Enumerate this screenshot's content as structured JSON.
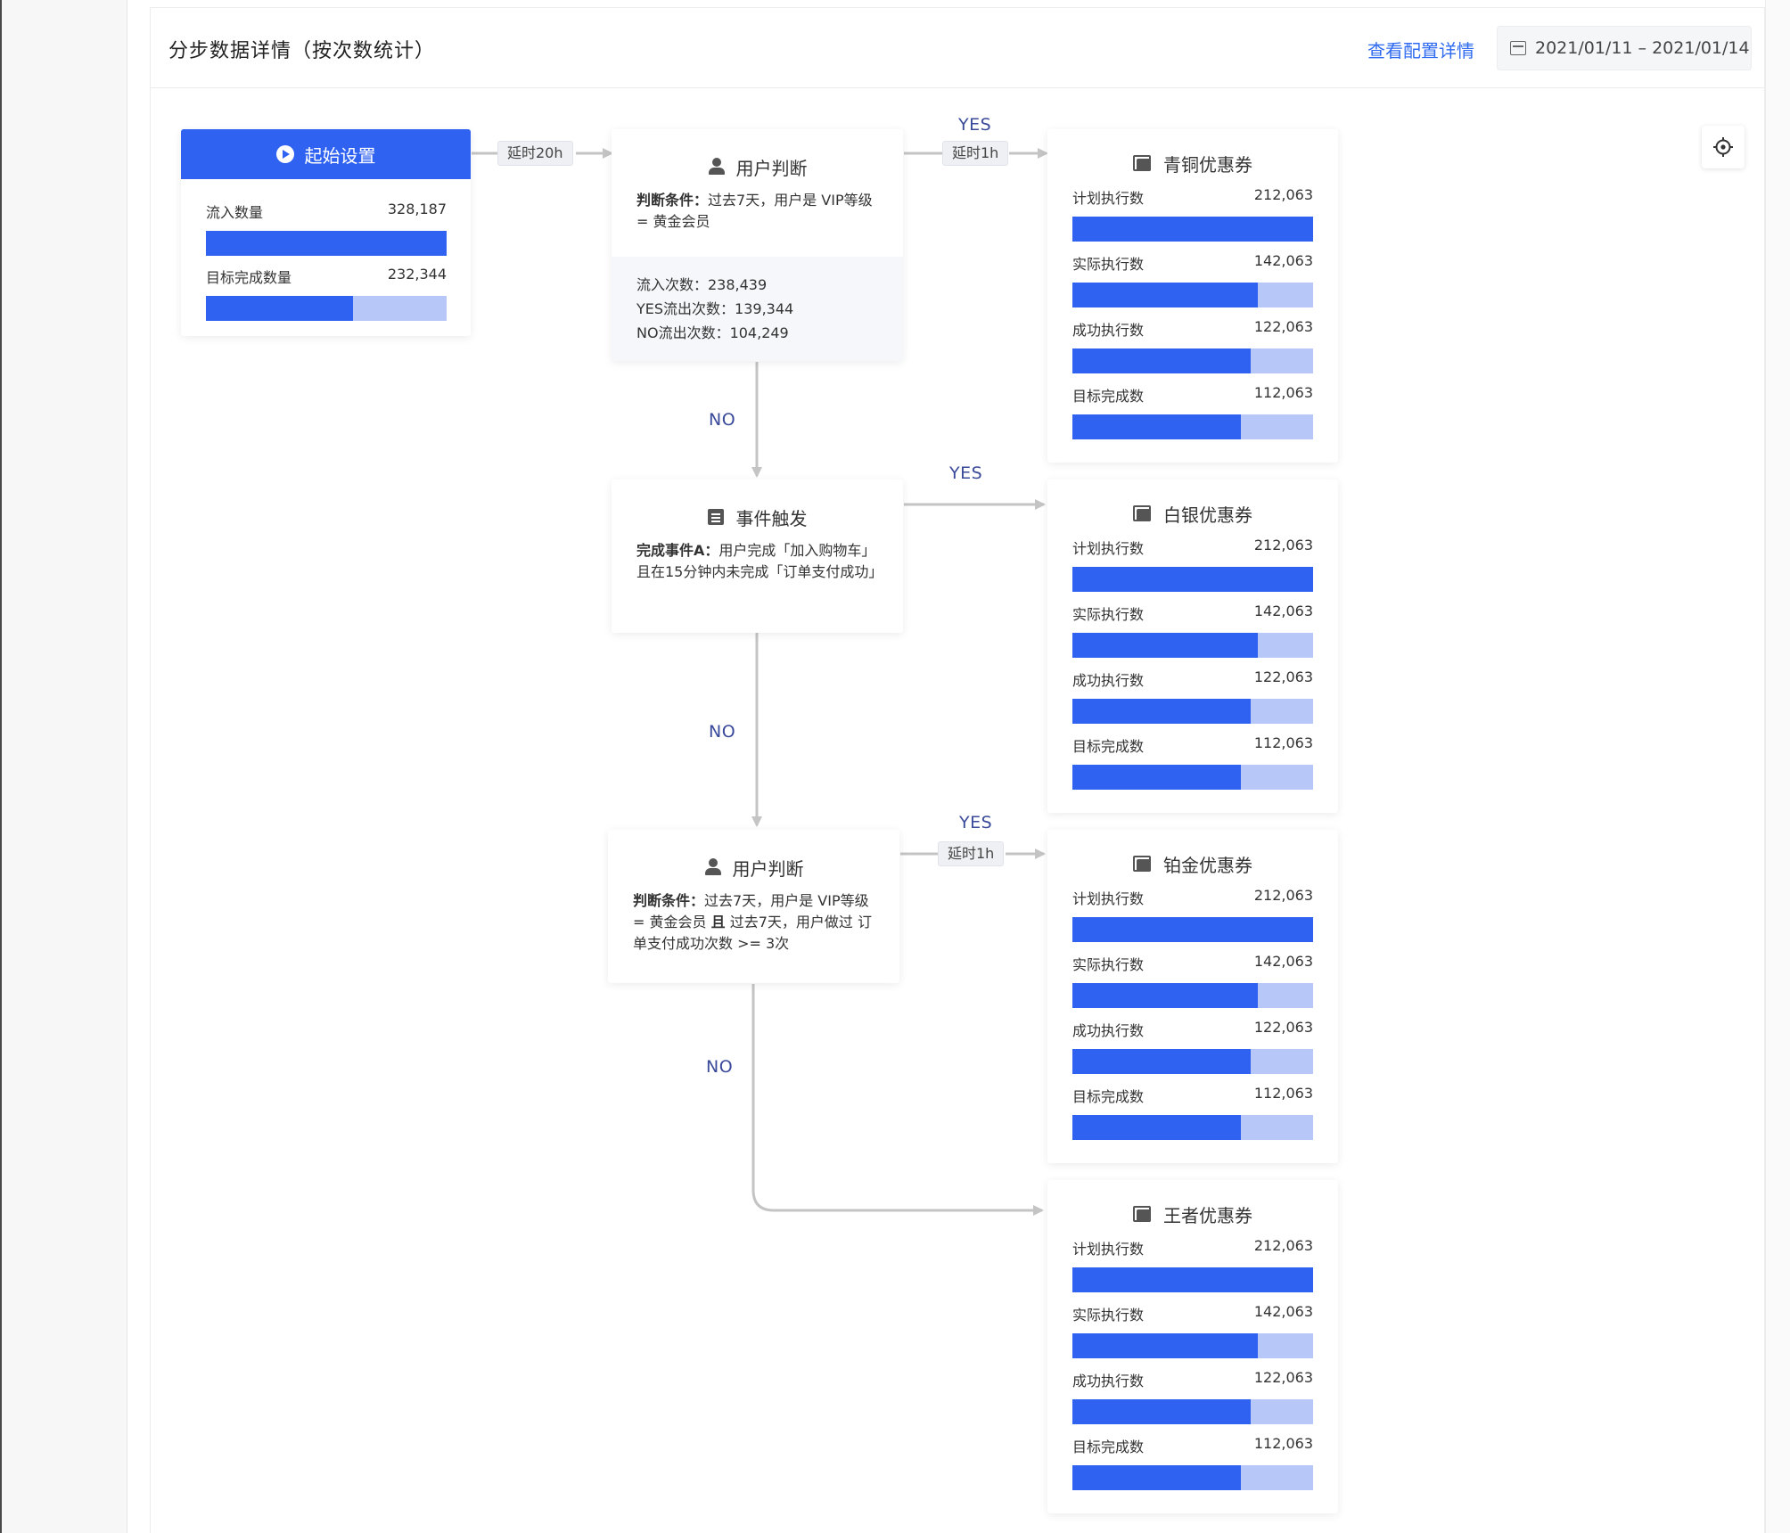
{
  "header": {
    "title": "分步数据详情（按次数统计）",
    "config_link": "查看配置详情",
    "date_range": "2021/01/11 – 2021/01/14"
  },
  "start_node": {
    "title": "起始设置",
    "metrics": [
      {
        "label": "流入数量",
        "value": "328,187",
        "fraction": 1.0
      },
      {
        "label": "目标完成数量",
        "value": "232,344",
        "fraction": 0.61
      }
    ]
  },
  "delays": {
    "start_to_judge": "延时20h",
    "judge1_yes": "延时1h",
    "judge2_yes": "延时1h"
  },
  "edge_labels": {
    "yes": "YES",
    "no": "NO"
  },
  "judge1": {
    "title": "用户判断",
    "condition_label": "判断条件：",
    "condition_text": "过去7天，用户是 VIP等级 = 黄金会员",
    "stats": [
      "流入次数：238,439",
      "YES流出次数：139,344",
      "NO流出次数：104,249"
    ],
    "stats_label": "流入次数："
  },
  "event": {
    "title": "事件触发",
    "condition_label": "完成事件A：",
    "condition_text": "用户完成「加入购物车」且在15分钟内未完成「订单支付成功」"
  },
  "judge2": {
    "title": "用户判断",
    "condition_label": "判断条件：",
    "condition_text": "过去7天，用户是 VIP等级 = 黄金会员",
    "condition_and": "且",
    "condition_text2": "过去7天，用户做过 订单支付成功次数 >= 3次"
  },
  "coupons": [
    {
      "title": "青铜优惠券"
    },
    {
      "title": "白银优惠券"
    },
    {
      "title": "铂金优惠券"
    },
    {
      "title": "王者优惠券"
    }
  ],
  "coupon_metrics": [
    {
      "label": "计划执行数",
      "value": "212,063",
      "fraction": 1.0
    },
    {
      "label": "实际执行数",
      "value": "142,063",
      "fraction": 0.77
    },
    {
      "label": "成功执行数",
      "value": "122,063",
      "fraction": 0.74
    },
    {
      "label": "目标完成数",
      "value": "112,063",
      "fraction": 0.7
    }
  ],
  "colors": {
    "primary": "#2f62f1",
    "bar_track": "#b7c8f8",
    "link": "#2f6bf0",
    "edge": "#c4c4c4",
    "edge_label": "#3a4a9a"
  }
}
